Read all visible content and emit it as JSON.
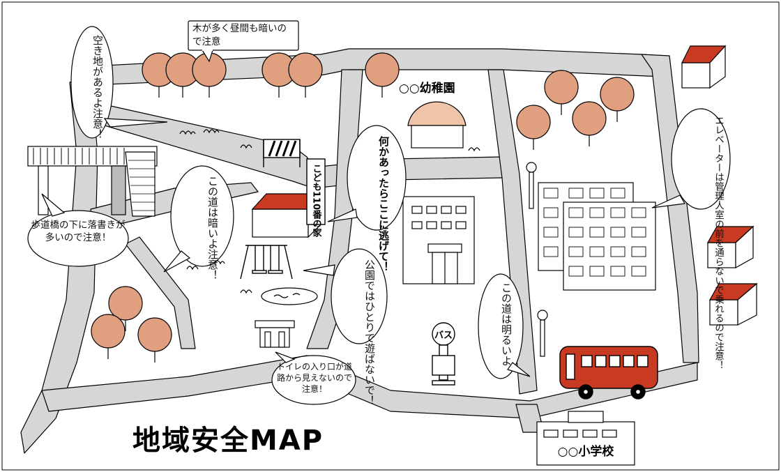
{
  "title": "地域安全MAP",
  "labels": {
    "kindergarten": "○○幼稚園",
    "school": "○○小学校",
    "bus": "バス",
    "kodomo_house": "こども110番の家"
  },
  "callouts": {
    "trees_dark": "木が多く昼間も暗いので注意",
    "vacant_lot": "空き地があるよ注意！",
    "bridge_graffiti": "歩道橋の下に落書きが多いので注意！",
    "dark_road": "この道は暗いよ注意！",
    "run_here": "何かあったらここに逃げて！",
    "park_alone": "公園ではひとりで遊ばないで！",
    "bright_road": "この道は明るいよ",
    "toilet": "トイレの入り口が道路から見えないので注意！",
    "elevator": "エレベーターは管理人室の前を通らないで乗れるので注意！"
  },
  "colors": {
    "road": "#d6d6d6",
    "tree": "#e0a080",
    "roof": "#c83a22",
    "bus": "#c83a22",
    "dome": "#f0c4a8"
  }
}
